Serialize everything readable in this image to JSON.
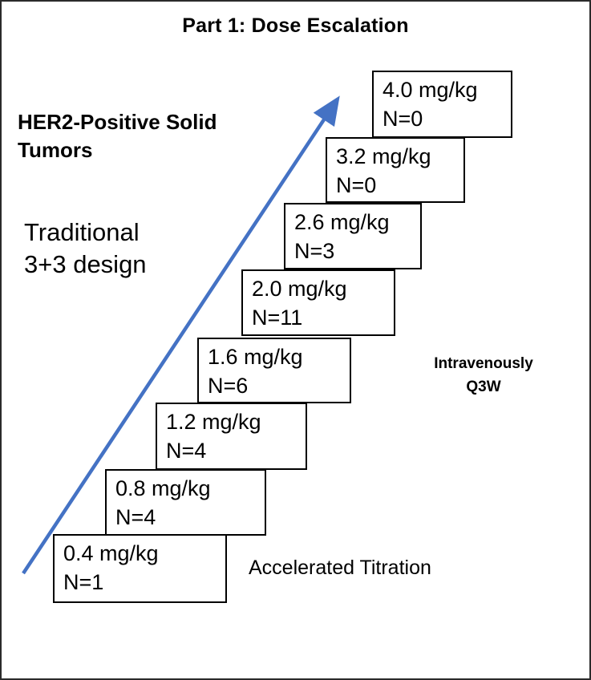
{
  "title": "Part 1: Dose Escalation",
  "labels": {
    "tumor_type": "HER2-Positive Solid\nTumors",
    "design": "Traditional\n3+3 design",
    "dosing_route": "Intravenously\nQ3W",
    "titration": "Accelerated Titration"
  },
  "arrow": {
    "color": "#4472C4"
  },
  "doses": [
    {
      "dose": "0.4 mg/kg",
      "n": "N=1"
    },
    {
      "dose": "0.8 mg/kg",
      "n": "N=4"
    },
    {
      "dose": "1.2 mg/kg",
      "n": "N=4"
    },
    {
      "dose": "1.6 mg/kg",
      "n": "N=6"
    },
    {
      "dose": "2.0 mg/kg",
      "n": "N=11"
    },
    {
      "dose": "2.6 mg/kg",
      "n": "N=3"
    },
    {
      "dose": "3.2 mg/kg",
      "n": "N=0"
    },
    {
      "dose": "4.0 mg/kg",
      "n": "N=0"
    }
  ]
}
